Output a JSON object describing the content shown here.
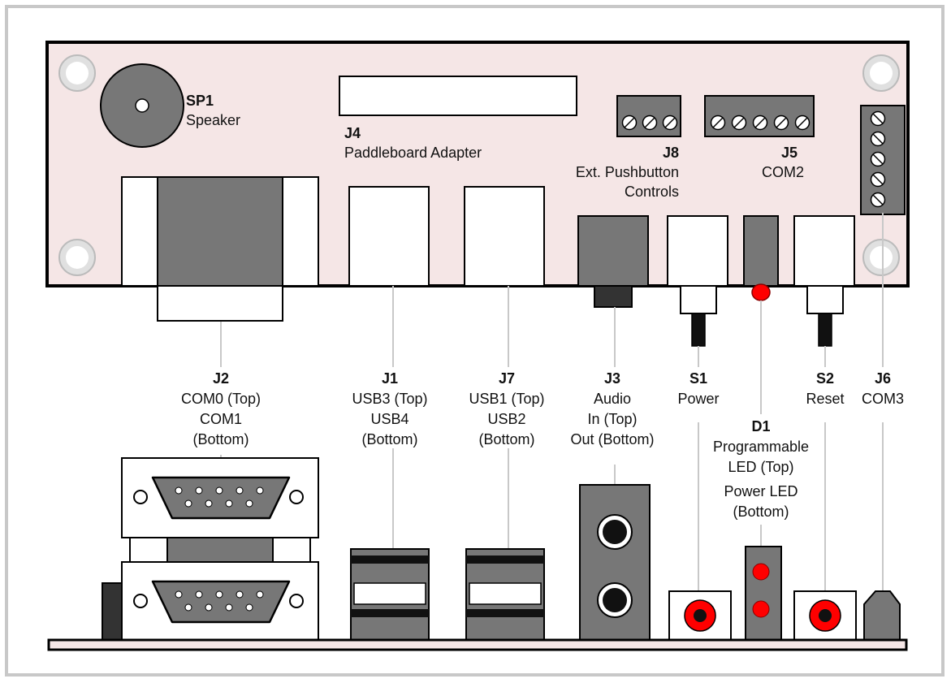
{
  "colors": {
    "board_fill": "#f5e6e6",
    "connector_gray": "#777777",
    "led_red": "#ff0000",
    "frame_gray": "#c8c8c8",
    "dark": "#111111"
  },
  "labels": {
    "sp1": {
      "ref": "SP1",
      "lines": [
        "Speaker"
      ]
    },
    "j4": {
      "ref": "J4",
      "lines": [
        "Paddleboard Adapter"
      ]
    },
    "j8": {
      "ref": "J8",
      "lines": [
        "Ext. Pushbutton",
        "Controls"
      ]
    },
    "j5": {
      "ref": "J5",
      "lines": [
        "COM2"
      ]
    },
    "j2": {
      "ref": "J2",
      "lines": [
        "COM0 (Top)",
        "COM1",
        "(Bottom)"
      ]
    },
    "j1": {
      "ref": "J1",
      "lines": [
        "USB3 (Top)",
        "USB4",
        "(Bottom)"
      ]
    },
    "j7": {
      "ref": "J7",
      "lines": [
        "USB1 (Top)",
        "USB2",
        "(Bottom)"
      ]
    },
    "j3": {
      "ref": "J3",
      "lines": [
        "Audio",
        "In (Top)",
        "Out (Bottom)"
      ]
    },
    "s1": {
      "ref": "S1",
      "lines": [
        "Power"
      ]
    },
    "d1": {
      "ref": "D1",
      "lines": [
        "Programmable",
        "LED (Top)",
        "Power LED",
        "(Bottom)"
      ]
    },
    "s2": {
      "ref": "S2",
      "lines": [
        "Reset"
      ]
    },
    "j6": {
      "ref": "J6",
      "lines": [
        "COM3"
      ]
    }
  }
}
